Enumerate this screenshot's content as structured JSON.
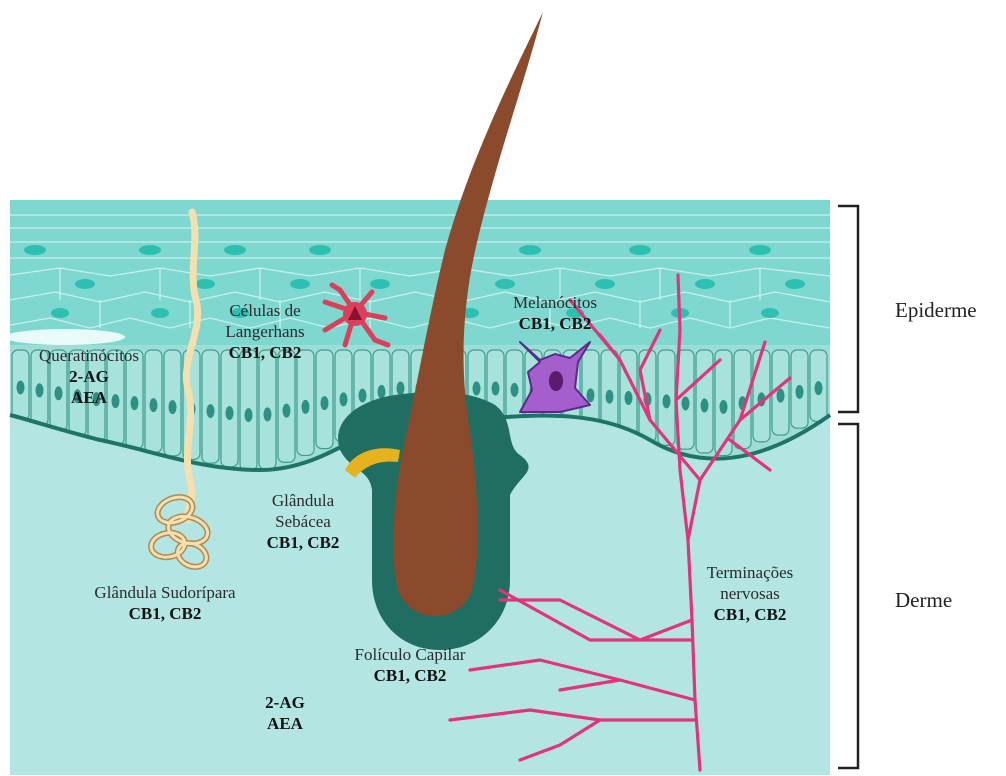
{
  "labels": {
    "keratinocytes": {
      "name": "Queratinócitos",
      "line1": "2-AG",
      "line2": "AEA"
    },
    "langerhans": {
      "name1": "Células de",
      "name2": "Langerhans",
      "receptors": "CB1, CB2"
    },
    "melanocytes": {
      "name": "Melanócitos",
      "receptors": "CB1, CB2"
    },
    "sebaceous": {
      "name1": "Glândula",
      "name2": "Sebácea",
      "receptors": "CB1, CB2"
    },
    "sweat": {
      "name": "Glândula Sudorípara",
      "receptors": "CB1, CB2"
    },
    "follicle": {
      "name": "Folículo Capilar",
      "receptors": "CB1, CB2"
    },
    "nerves": {
      "name1": "Terminações",
      "name2": "nervosas",
      "receptors": "CB1, CB2"
    },
    "dermis_ligands": {
      "line1": "2-AG",
      "line2": "AEA"
    }
  },
  "layers": {
    "epidermis": "Epiderme",
    "dermis": "Derme"
  },
  "colors": {
    "dermis": "#b3e6e2",
    "epidermis_upper": "#7ed8cf",
    "epidermis_basal": "#9fdcd3",
    "cell_outline": "#c8f1ec",
    "nucleus": "#2cbfb2",
    "hair": "#8b4a2b",
    "follicle": "#1f6e61",
    "sebaceous_duct": "#e6b31e",
    "sweat_duct": "#f6dfae",
    "sweat_coil": "#b08a55",
    "langerhans": "#dc3f5a",
    "melanocyte": "#a45fcc",
    "nerves": "#e2347a",
    "bracket": "#222222"
  }
}
